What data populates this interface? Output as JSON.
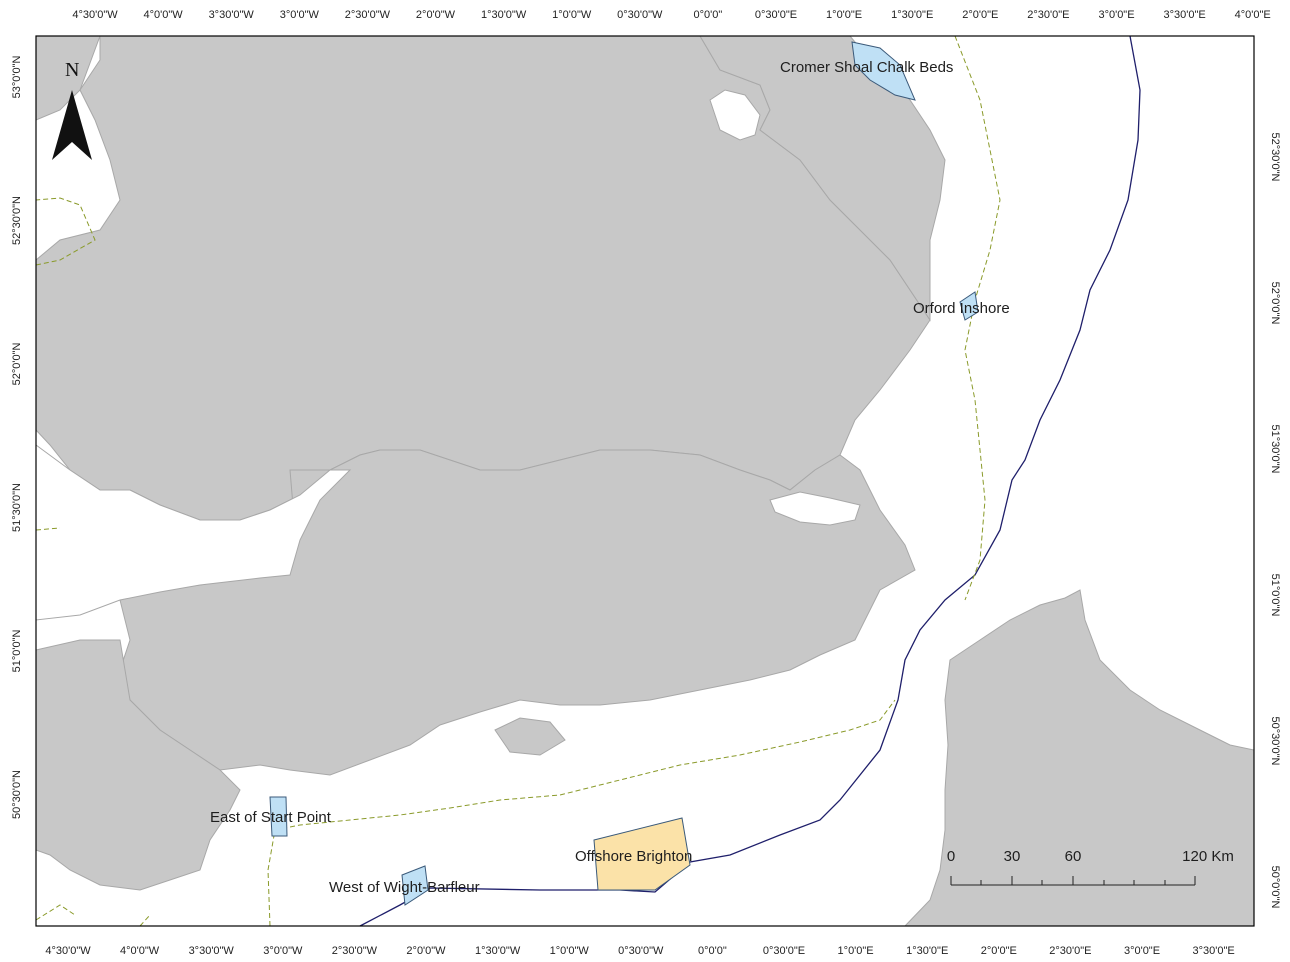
{
  "map": {
    "land_color": "#c8c8c8",
    "coast_color": "#a8a8a8",
    "water_color": "#ffffff",
    "boundary_line_color": "#1f1f6b",
    "dashed_line_color": "#8a9a2a",
    "mpa_blue_color": "#bfe0f5",
    "mpa_yellow_color": "#fbe2a8"
  },
  "north_arrow": {
    "letter": "N",
    "icon": "north-arrow-icon"
  },
  "ticks": {
    "top": [
      "4°30'0\"W",
      "4°0'0\"W",
      "3°30'0\"W",
      "3°0'0\"W",
      "2°30'0\"W",
      "2°0'0\"W",
      "1°30'0\"W",
      "1°0'0\"W",
      "0°30'0\"W",
      "0°0'0\"",
      "0°30'0\"E",
      "1°0'0\"E",
      "1°30'0\"E",
      "2°0'0\"E",
      "2°30'0\"E",
      "3°0'0\"E",
      "3°30'0\"E",
      "4°0'0\"E"
    ],
    "bottom": [
      "4°30'0\"W",
      "4°0'0\"W",
      "3°30'0\"W",
      "3°0'0\"W",
      "2°30'0\"W",
      "2°0'0\"W",
      "1°30'0\"W",
      "1°0'0\"W",
      "0°30'0\"W",
      "0°0'0\"",
      "0°30'0\"E",
      "1°0'0\"E",
      "1°30'0\"E",
      "2°0'0\"E",
      "2°30'0\"E",
      "3°0'0\"E",
      "3°30'0\"E"
    ],
    "left": [
      "53°0'0\"N",
      "52°30'0\"N",
      "52°0'0\"N",
      "51°30'0\"N",
      "51°0'0\"N",
      "50°30'0\"N"
    ],
    "right": [
      "52°30'0\"N",
      "52°0'0\"N",
      "51°30'0\"N",
      "51°0'0\"N",
      "50°30'0\"N",
      "50°0'0\"N"
    ]
  },
  "features": [
    {
      "label": "Cromer Shoal Chalk Beds",
      "kind": "mpa-blue"
    },
    {
      "label": "Orford Inshore",
      "kind": "mpa-blue"
    },
    {
      "label": "East of Start Point",
      "kind": "mpa-blue"
    },
    {
      "label": "West of Wight-Barfleur",
      "kind": "mpa-blue"
    },
    {
      "label": "Offshore Brighton",
      "kind": "mpa-yellow"
    }
  ],
  "scale_bar": {
    "labels": [
      "0",
      "30",
      "60",
      "120 Km"
    ]
  }
}
